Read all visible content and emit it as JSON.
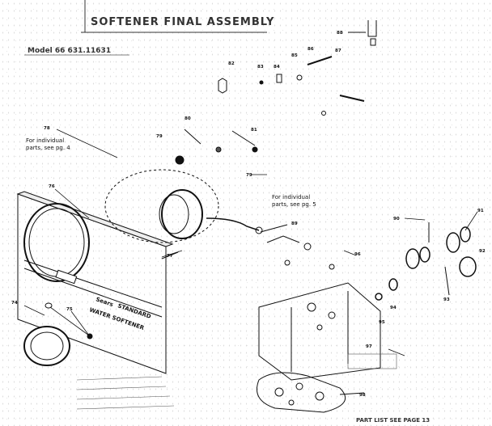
{
  "header": {
    "title": "SOFTENER FINAL ASSEMBLY",
    "model": "Model 66 631.11631"
  },
  "notes": {
    "left_line1": "For individual",
    "left_line2": "parts, see pg. 4",
    "center_line1": "For individual",
    "center_line2": "parts, see pg. 5"
  },
  "panel": {
    "brand": "Sears",
    "line1": "STANDARD",
    "line2": "WATER SOFTENER"
  },
  "callouts": [
    "74",
    "75",
    "76",
    "77",
    "78",
    "79",
    "79",
    "80",
    "81",
    "82",
    "83",
    "84",
    "85",
    "86",
    "87",
    "88",
    "89",
    "90",
    "91",
    "92",
    "93",
    "94",
    "95",
    "96",
    "97",
    "98"
  ],
  "footer": "PART LIST SEE PAGE 13"
}
